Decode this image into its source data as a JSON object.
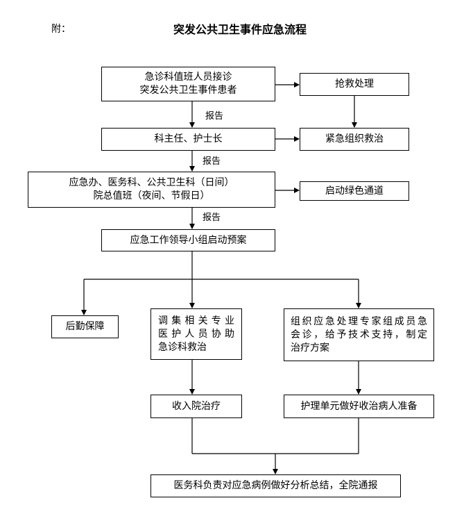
{
  "header": {
    "prefix": "附：",
    "title": "突发公共卫生事件应急流程"
  },
  "nodes": {
    "intake": {
      "lines": [
        "急诊科值班人员接诊",
        "突发公共卫生事件患者"
      ]
    },
    "rescue": {
      "lines": [
        "抢救处理"
      ]
    },
    "director": {
      "lines": [
        "科主任、护士长"
      ]
    },
    "treat": {
      "lines": [
        "紧急组织救治"
      ]
    },
    "office": {
      "lines": [
        "应急办、医务科、公共卫生科（日间）",
        "院总值班（夜间、节假日）"
      ]
    },
    "green": {
      "lines": [
        "启动绿色通道"
      ]
    },
    "plan": {
      "lines": [
        "应急工作领导小组启动预案"
      ]
    },
    "logistics": {
      "lines": [
        "后勤保障"
      ]
    },
    "staff": {
      "lines": [
        "调集相关专业",
        "医护人员协助",
        "急诊科救治"
      ]
    },
    "experts": {
      "lines": [
        "组织应急处理专家组成员急",
        "会诊，给予技术支持，制定",
        "治疗方案"
      ]
    },
    "admit": {
      "lines": [
        "收入院治疗"
      ]
    },
    "nursing": {
      "lines": [
        "护理单元做好收治病人准备"
      ]
    },
    "summary": {
      "lines": [
        "医务科负责对应急病例做好分析总结，全院通报"
      ]
    }
  },
  "edge_labels": {
    "report1": "报告",
    "report2": "报告",
    "report3": "报告"
  }
}
